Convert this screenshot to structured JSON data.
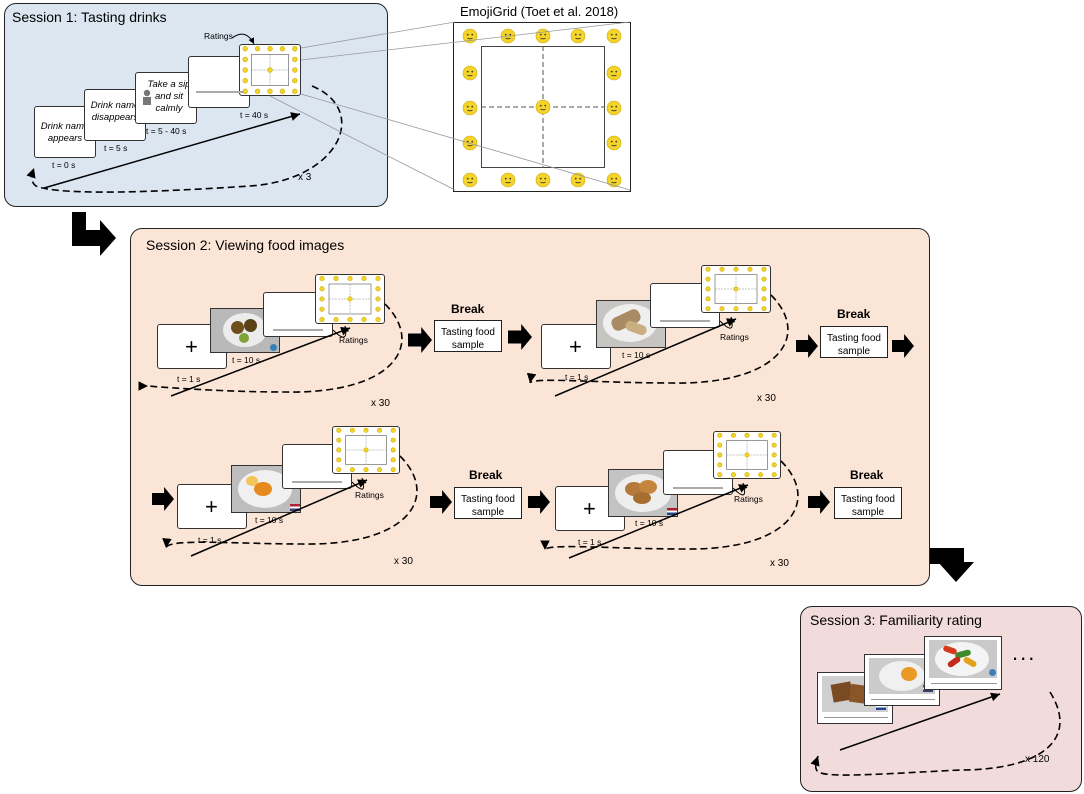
{
  "session1": {
    "title": "Session 1: Tasting drinks",
    "screens": [
      {
        "text": "Drink name appears",
        "time": "t = 0 s"
      },
      {
        "text": "Drink name disappears",
        "time": "t = 5 s"
      },
      {
        "text": "Take a sip and sit calmly",
        "time": "t = 5 - 40 s"
      },
      {
        "text": "",
        "time": "t = 40 s"
      }
    ],
    "ratings_label": "Ratings",
    "repetitions": "x 3"
  },
  "emojigrid": {
    "title": "EmojiGrid (Toet et al. 2018)",
    "emoji_color": "#f4d42a"
  },
  "session2": {
    "title": "Session 2: Viewing food images",
    "fixation_time": "t = 1 s",
    "image_time": "t = 10 s",
    "ratings_label": "Ratings",
    "repetitions": "x 30",
    "break_title": "Break",
    "break_text": "Tasting food sample"
  },
  "session3": {
    "title": "Session 3: Familiarity rating",
    "repetitions": "x 120",
    "ellipsis": "..."
  },
  "colors": {
    "session1_bg": "#dce6f1",
    "session2_bg": "#fbe5d6",
    "session3_bg": "#f2dcdb",
    "emoji": "#f4d42a"
  }
}
